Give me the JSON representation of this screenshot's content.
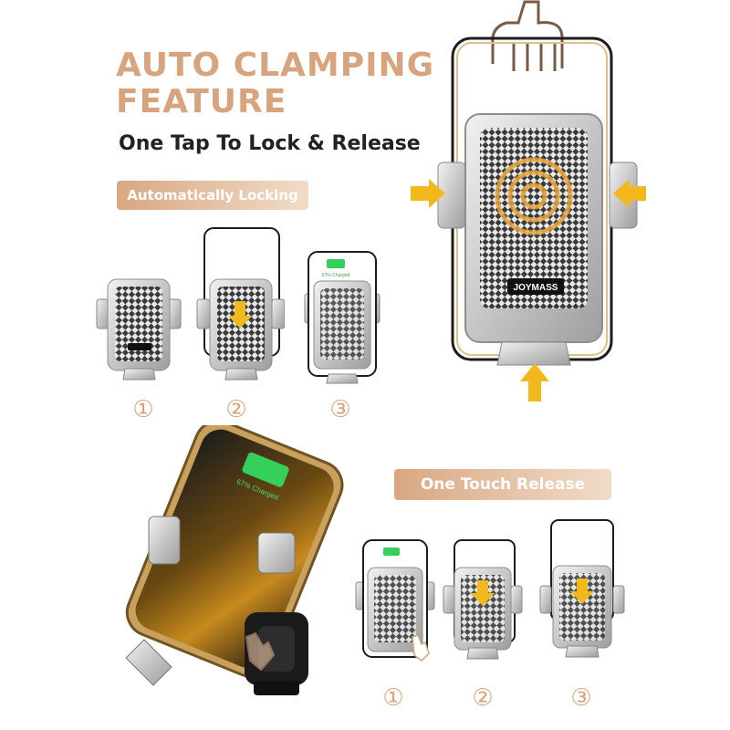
{
  "headline": {
    "line1": "AUTO CLAMPING",
    "line2": "FEATURE"
  },
  "subheadline": "One Tap To Lock & Release",
  "locking": {
    "label": "Automatically Locking",
    "steps": [
      "①",
      "②",
      "③"
    ],
    "step3_screen_text": "67% Charged"
  },
  "release": {
    "label": "One Touch Release",
    "steps": [
      "①",
      "②",
      "③"
    ]
  },
  "product": {
    "brand": "JOYMASS",
    "phone_screen_text": "67% Charged"
  },
  "colors": {
    "accent": "#d7a47d",
    "arrow": "#f3b81c",
    "battery": "#35d05a"
  }
}
